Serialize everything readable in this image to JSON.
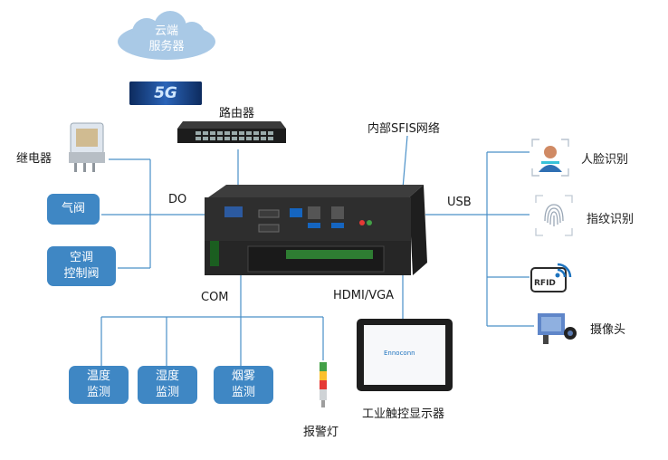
{
  "cloud": {
    "line1": "云端",
    "line2": "服务器"
  },
  "network_badge": {
    "text": "5G"
  },
  "router": {
    "label": "路由器"
  },
  "internal_network": {
    "label": "内部SFIS网络"
  },
  "relay": {
    "label": "继电器"
  },
  "do_port": {
    "label": "DO"
  },
  "valve": {
    "label": "气阀"
  },
  "ac_valve": {
    "line1": "空调",
    "line2": "控制阀"
  },
  "usb_port": {
    "label": "USB"
  },
  "face_recognition": {
    "label": "人脸识别"
  },
  "fingerprint": {
    "label": "指纹识别"
  },
  "rfid": {
    "label": "RFID"
  },
  "camera": {
    "label": "摄像头"
  },
  "com_port": {
    "label": "COM"
  },
  "hdmi_port": {
    "label": "HDMI/VGA"
  },
  "temp_monitor": {
    "line1": "温度",
    "line2": "监测"
  },
  "humidity_monitor": {
    "line1": "湿度",
    "line2": "监测"
  },
  "smoke_monitor": {
    "line1": "烟雾",
    "line2": "监测"
  },
  "alarm_light": {
    "label": "报警灯"
  },
  "display": {
    "label": "工业触控显示器",
    "brand": "Ennoconn"
  },
  "colors": {
    "accent": "#3f87c4",
    "line": "#4a90c8",
    "cloud": "#9fc3e2",
    "device": "#2b2b2b"
  }
}
